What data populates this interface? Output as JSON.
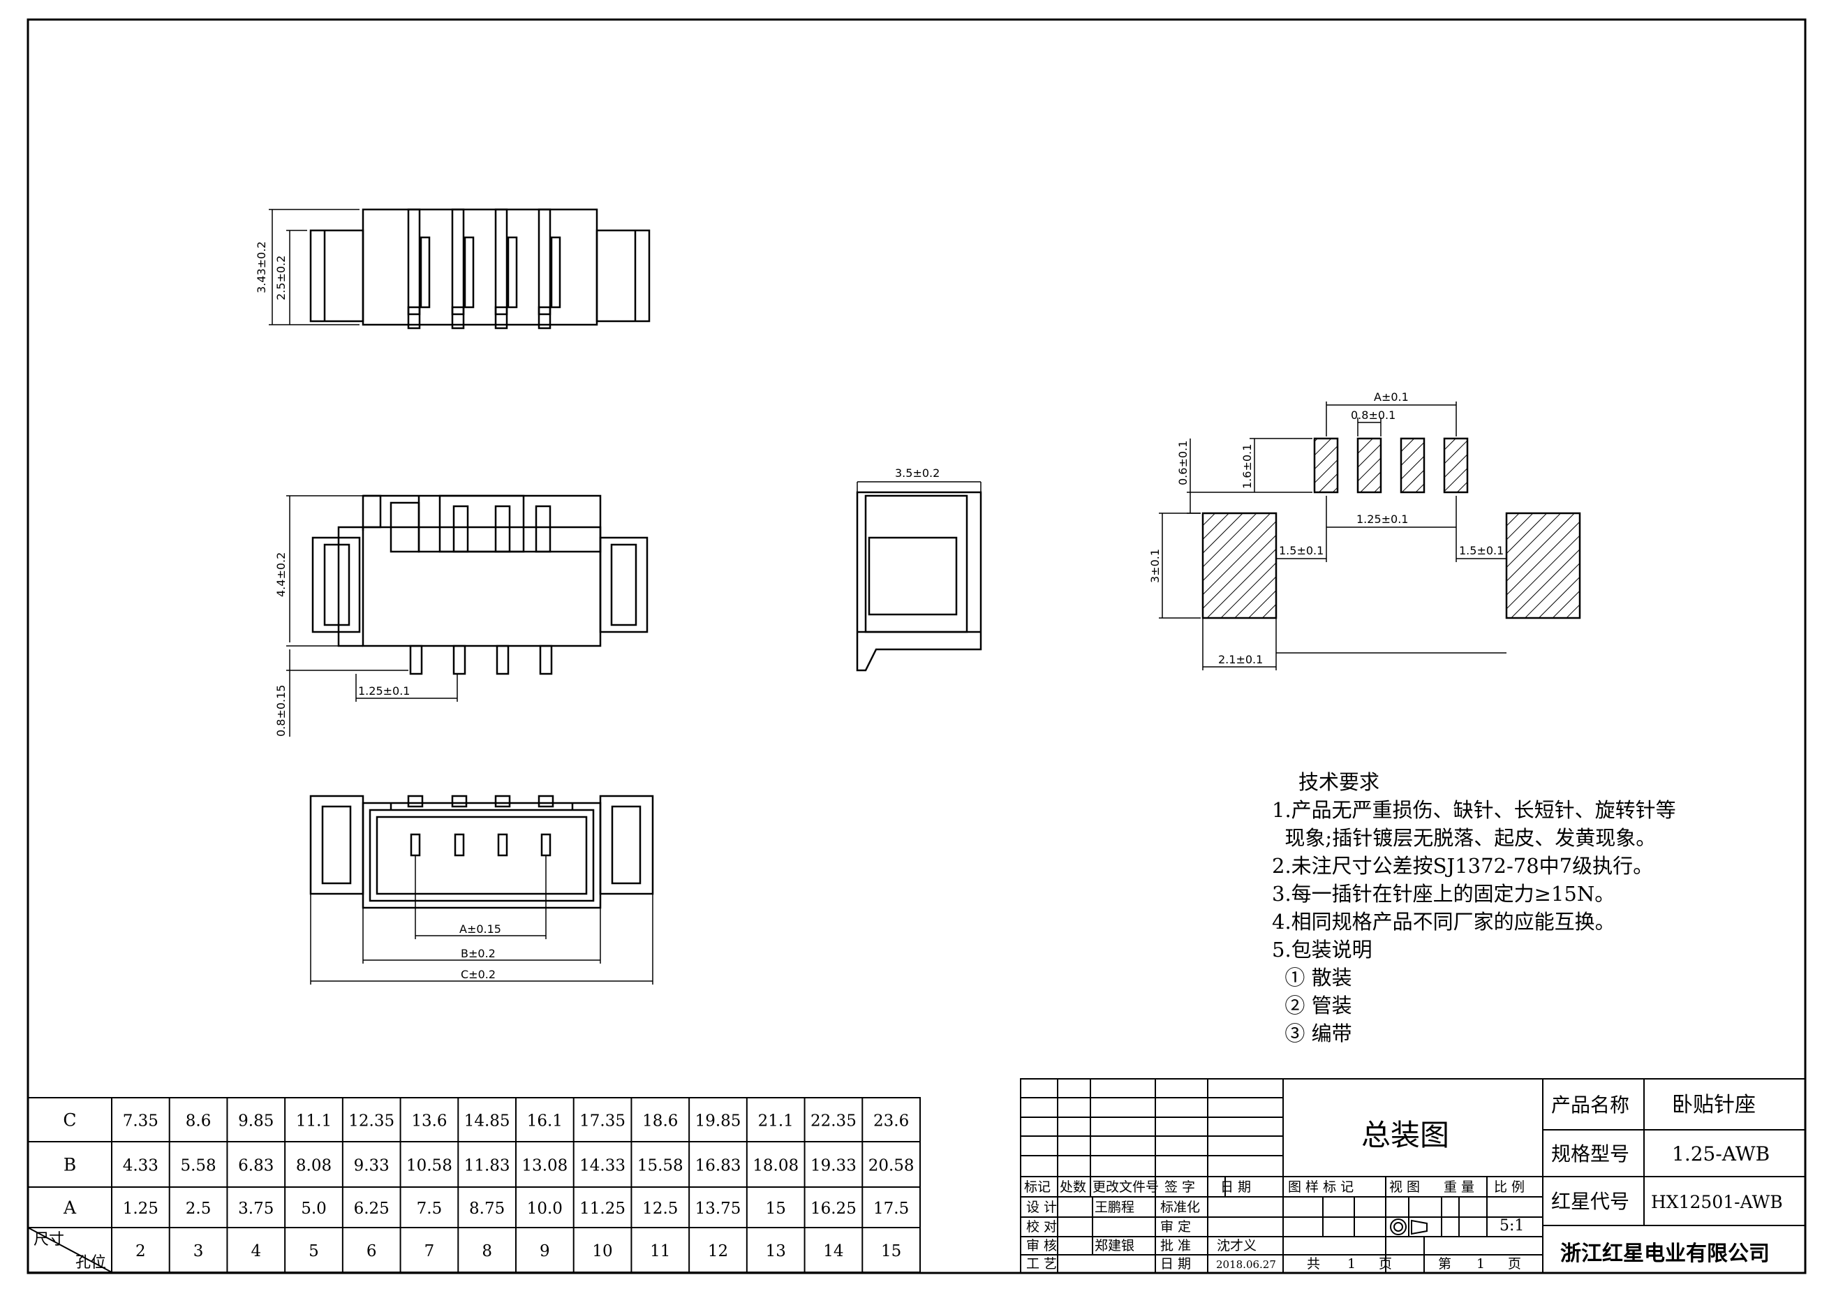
{
  "dimensions": {
    "top_height_total": "3.43±0.2",
    "top_height_body": "2.5±0.2",
    "front_height": "4.4±0.2",
    "front_pitch": "1.25±0.1",
    "front_pin_length": "0.8±0.15",
    "side_width": "3.5±0.2",
    "bottom_a": "A±0.15",
    "bottom_b": "B±0.2",
    "bottom_c": "C±0.2",
    "pcb_a": "A±0.1",
    "pcb_pad_width": "0.8±0.1",
    "pcb_pad_height": "1.6±0.1",
    "pcb_gap": "0.6±0.1",
    "pcb_pitch": "1.25±0.1",
    "pcb_left_gap": "1.5±0.1",
    "pcb_right_gap": "1.5±0.1",
    "pcb_big_height": "3±0.1",
    "pcb_big_width": "2.1±0.1"
  },
  "notes": {
    "title": "技术要求",
    "lines": [
      "1.产品无严重损伤、缺针、长短针、旋转针等",
      "  现象;插针镀层无脱落、起皮、发黄现象。",
      "2.未注尺寸公差按SJ1372-78中7级执行。",
      "3.每一插针在针座上的固定力≥15N。",
      "4.相同规格产品不同厂家的应能互换。",
      "5.包装说明",
      "  ① 散装",
      "  ② 管装",
      "  ③ 编带"
    ]
  },
  "dim_table": {
    "corner_top": "尺寸",
    "corner_bottom": "孔位",
    "rows": [
      {
        "label": "C",
        "values": [
          "7.35",
          "8.6",
          "9.85",
          "11.1",
          "12.35",
          "13.6",
          "14.85",
          "16.1",
          "17.35",
          "18.6",
          "19.85",
          "21.1",
          "22.35",
          "23.6"
        ]
      },
      {
        "label": "B",
        "values": [
          "4.33",
          "5.58",
          "6.83",
          "8.08",
          "9.33",
          "10.58",
          "11.83",
          "13.08",
          "14.33",
          "15.58",
          "16.83",
          "18.08",
          "19.33",
          "20.58"
        ]
      },
      {
        "label": "A",
        "values": [
          "1.25",
          "2.5",
          "3.75",
          "5.0",
          "6.25",
          "7.5",
          "8.75",
          "10.0",
          "11.25",
          "12.5",
          "13.75",
          "15",
          "16.25",
          "17.5"
        ]
      }
    ],
    "positions": [
      "2",
      "3",
      "4",
      "5",
      "6",
      "7",
      "8",
      "9",
      "10",
      "11",
      "12",
      "13",
      "14",
      "15"
    ]
  },
  "title_block": {
    "drawing_title": "总装图",
    "headers": [
      "标记",
      "处数",
      "更改文件号",
      "签 字",
      "日 期"
    ],
    "design_label": "设 计",
    "designer": "王鹏程",
    "standard_label": "标准化",
    "check_label": "校 对",
    "review_label": "审 定",
    "audit_label": "审 核",
    "auditor": "郑建银",
    "approve_label": "批 准",
    "approver": "沈才义",
    "process_label": "工 艺",
    "date_label": "日 期",
    "date": "2018.06.27",
    "sample_row": "图 样 标 记",
    "view_label": "视 图",
    "weight_label": "重 量",
    "scale_label": "比 例",
    "scale": "5:1",
    "total_label": "共",
    "total_pages": "1",
    "page_unit": "页",
    "page_label": "第",
    "page_no": "1",
    "page_unit2": "页",
    "product_name_label": "产品名称",
    "product_name": "卧贴针座",
    "spec_label": "规格型号",
    "spec": "1.25-AWB",
    "code_label": "红星代号",
    "code": "HX12501-AWB",
    "company": "浙江红星电业有限公司"
  }
}
